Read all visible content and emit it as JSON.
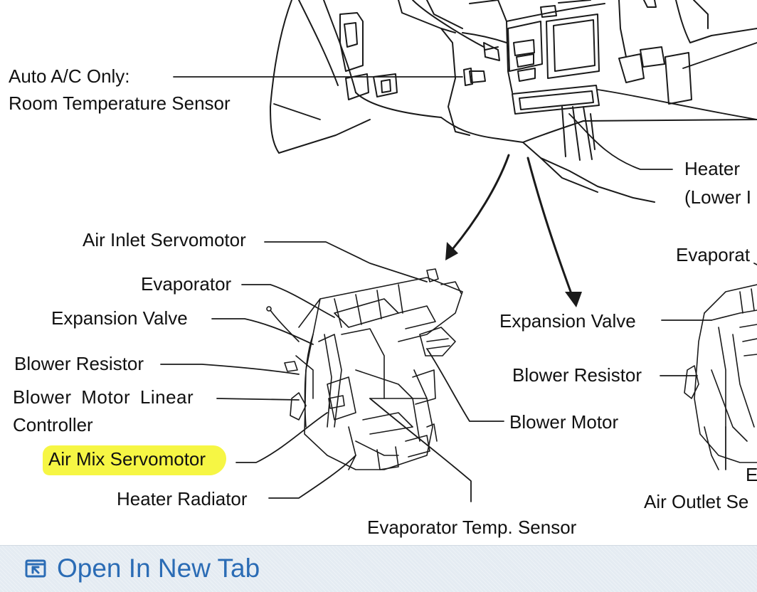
{
  "diagram": {
    "labels": {
      "auto_ac_only": "Auto A/C Only:",
      "room_temp_sensor": "Room Temperature Sensor",
      "heater": "Heater",
      "lower": "(Lower I",
      "air_inlet_servomotor": "Air Inlet Servomotor",
      "evaporator_left": "Evaporator",
      "evaporator_right": "Evaporat",
      "expansion_valve_left": "Expansion Valve",
      "expansion_valve_right": "Expansion Valve",
      "blower_resistor_left": "Blower Resistor",
      "blower_resistor_right": "Blower Resistor",
      "blower_motor_linear": "Blower Motor Linear",
      "controller": "Controller",
      "blower_motor": "Blower Motor",
      "air_mix_servomotor": "Air Mix Servomotor",
      "heater_radiator": "Heater Radiator",
      "evaporator_temp_sensor": "Evaporator Temp. Sensor",
      "e_right": "E",
      "air_outlet_right": "Air Outlet Se"
    },
    "highlight_color": "#f5f53a"
  },
  "footer": {
    "link_label": "Open In New Tab",
    "link_icon": "open-in-new-tab-icon",
    "link_color": "#2b6cb5",
    "background": "#e4ebf2"
  }
}
